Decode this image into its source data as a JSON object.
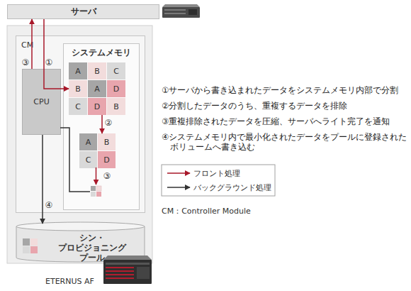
{
  "diagram": {
    "nodes": [
      {
        "text": [
          "サーバ"
        ]
      },
      {
        "text": [
          "CM"
        ]
      },
      {
        "text": [
          "CPU"
        ],
        "in": 1
      },
      {
        "text": [
          "システムメモリ"
        ],
        "in": 1
      },
      {
        "text": [
          "A"
        ],
        "in": 3
      },
      {
        "text": [
          "B"
        ],
        "in": 3
      },
      {
        "text": [
          "C"
        ],
        "in": 3
      },
      {
        "text": [
          "B"
        ],
        "in": 3
      },
      {
        "text": [
          "A"
        ],
        "in": 3
      },
      {
        "text": [
          "D"
        ],
        "in": 3
      },
      {
        "text": [
          "C"
        ],
        "in": 3
      },
      {
        "text": [
          "D"
        ],
        "in": 3
      },
      {
        "text": [
          "B"
        ],
        "in": 3
      },
      {
        "text": [
          "A"
        ],
        "in": 3
      },
      {
        "text": [
          "B"
        ],
        "in": 3
      },
      {
        "text": [
          "C"
        ],
        "in": 3
      },
      {
        "text": [
          "D"
        ],
        "in": 3
      },
      {
        "text": [
          "シン・プロビジョニング プール"
        ]
      }
    ],
    "edges": [
      {
        "from": 0,
        "to": 7,
        "arrow": "to",
        "label": "①"
      },
      {
        "from": 2,
        "to": 0,
        "arrow": "to",
        "label": "③"
      },
      {
        "from": 11,
        "to": 14,
        "arrow": "to",
        "label": "②"
      },
      {
        "from": 2,
        "to": 17,
        "arrow": "to",
        "label": "④"
      }
    ],
    "labels": [
      "③",
      "①サーバから書き込まれたデータをシステムメモリ内部で分割",
      "②分割したデータのうち、重複するデータを排除",
      "③重複排除されたデータを圧縮、サーバへライト完了を通知",
      "④システムメモリ内で最小化されたデータをプールに登録された ボリュームへ書き込む",
      "CM：Controller Module",
      "ETERNUS AF"
    ],
    "legend": [
      {
        "text": "フロント処理"
      },
      {
        "text": "バックグラウンド処理"
      }
    ]
  }
}
